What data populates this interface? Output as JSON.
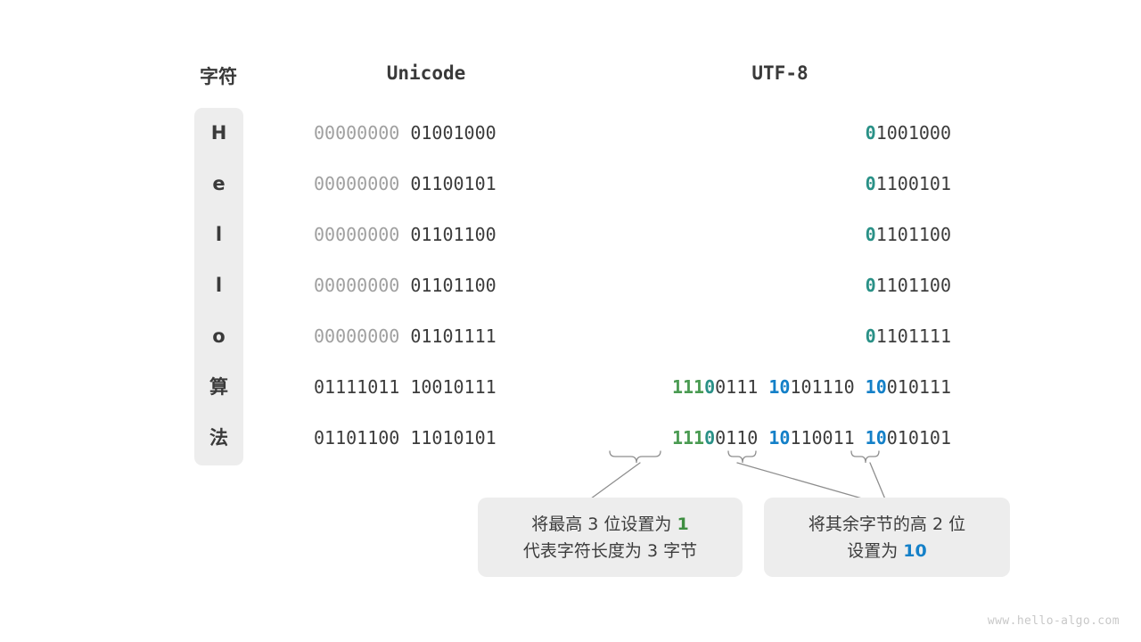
{
  "headers": {
    "character": "字符",
    "unicode": "Unicode",
    "utf8": "UTF-8"
  },
  "colors": {
    "teal": "#2a9187",
    "green": "#4a9b52",
    "blue": "#1480c8",
    "dim": "#a0a0a0",
    "dark": "#3c3c3c",
    "panel": "#ededed"
  },
  "rows": [
    {
      "char": "H",
      "unicode_high": "00000000",
      "unicode_low": "01001000",
      "utf8_bytes": [
        {
          "prefix": "0",
          "prefix_color": "teal",
          "rest": "1001000"
        }
      ]
    },
    {
      "char": "e",
      "unicode_high": "00000000",
      "unicode_low": "01100101",
      "utf8_bytes": [
        {
          "prefix": "0",
          "prefix_color": "teal",
          "rest": "1100101"
        }
      ]
    },
    {
      "char": "l",
      "unicode_high": "00000000",
      "unicode_low": "01101100",
      "utf8_bytes": [
        {
          "prefix": "0",
          "prefix_color": "teal",
          "rest": "1101100"
        }
      ]
    },
    {
      "char": "l",
      "unicode_high": "00000000",
      "unicode_low": "01101100",
      "utf8_bytes": [
        {
          "prefix": "0",
          "prefix_color": "teal",
          "rest": "1101100"
        }
      ]
    },
    {
      "char": "o",
      "unicode_high": "00000000",
      "unicode_low": "01101111",
      "utf8_bytes": [
        {
          "prefix": "0",
          "prefix_color": "teal",
          "rest": "1101111"
        }
      ]
    },
    {
      "char": "算",
      "unicode_high": "01111011",
      "unicode_low": "10010111",
      "utf8_bytes": [
        {
          "prefix": "111",
          "prefix_color": "green",
          "prefix2": "0",
          "prefix2_color": "teal",
          "rest": "0111"
        },
        {
          "prefix": "10",
          "prefix_color": "blue",
          "rest": "101110"
        },
        {
          "prefix": "10",
          "prefix_color": "blue",
          "rest": "010111"
        }
      ]
    },
    {
      "char": "法",
      "unicode_high": "01101100",
      "unicode_low": "11010101",
      "utf8_bytes": [
        {
          "prefix": "111",
          "prefix_color": "green",
          "prefix2": "0",
          "prefix2_color": "teal",
          "rest": "0110"
        },
        {
          "prefix": "10",
          "prefix_color": "blue",
          "rest": "110011"
        },
        {
          "prefix": "10",
          "prefix_color": "blue",
          "rest": "010101"
        }
      ]
    }
  ],
  "callouts": [
    {
      "lines": [
        [
          {
            "text": "将最高 3 位设置为 ",
            "style": "normal"
          },
          {
            "text": "1",
            "style": "green"
          }
        ],
        [
          {
            "text": "代表字符长度为 3 字节",
            "style": "normal"
          }
        ]
      ]
    },
    {
      "lines": [
        [
          {
            "text": "将其余字节的高 2 位",
            "style": "normal"
          }
        ],
        [
          {
            "text": "设置为 ",
            "style": "normal"
          },
          {
            "text": "10",
            "style": "blue"
          }
        ]
      ]
    }
  ],
  "watermark": "www.hello-algo.com"
}
